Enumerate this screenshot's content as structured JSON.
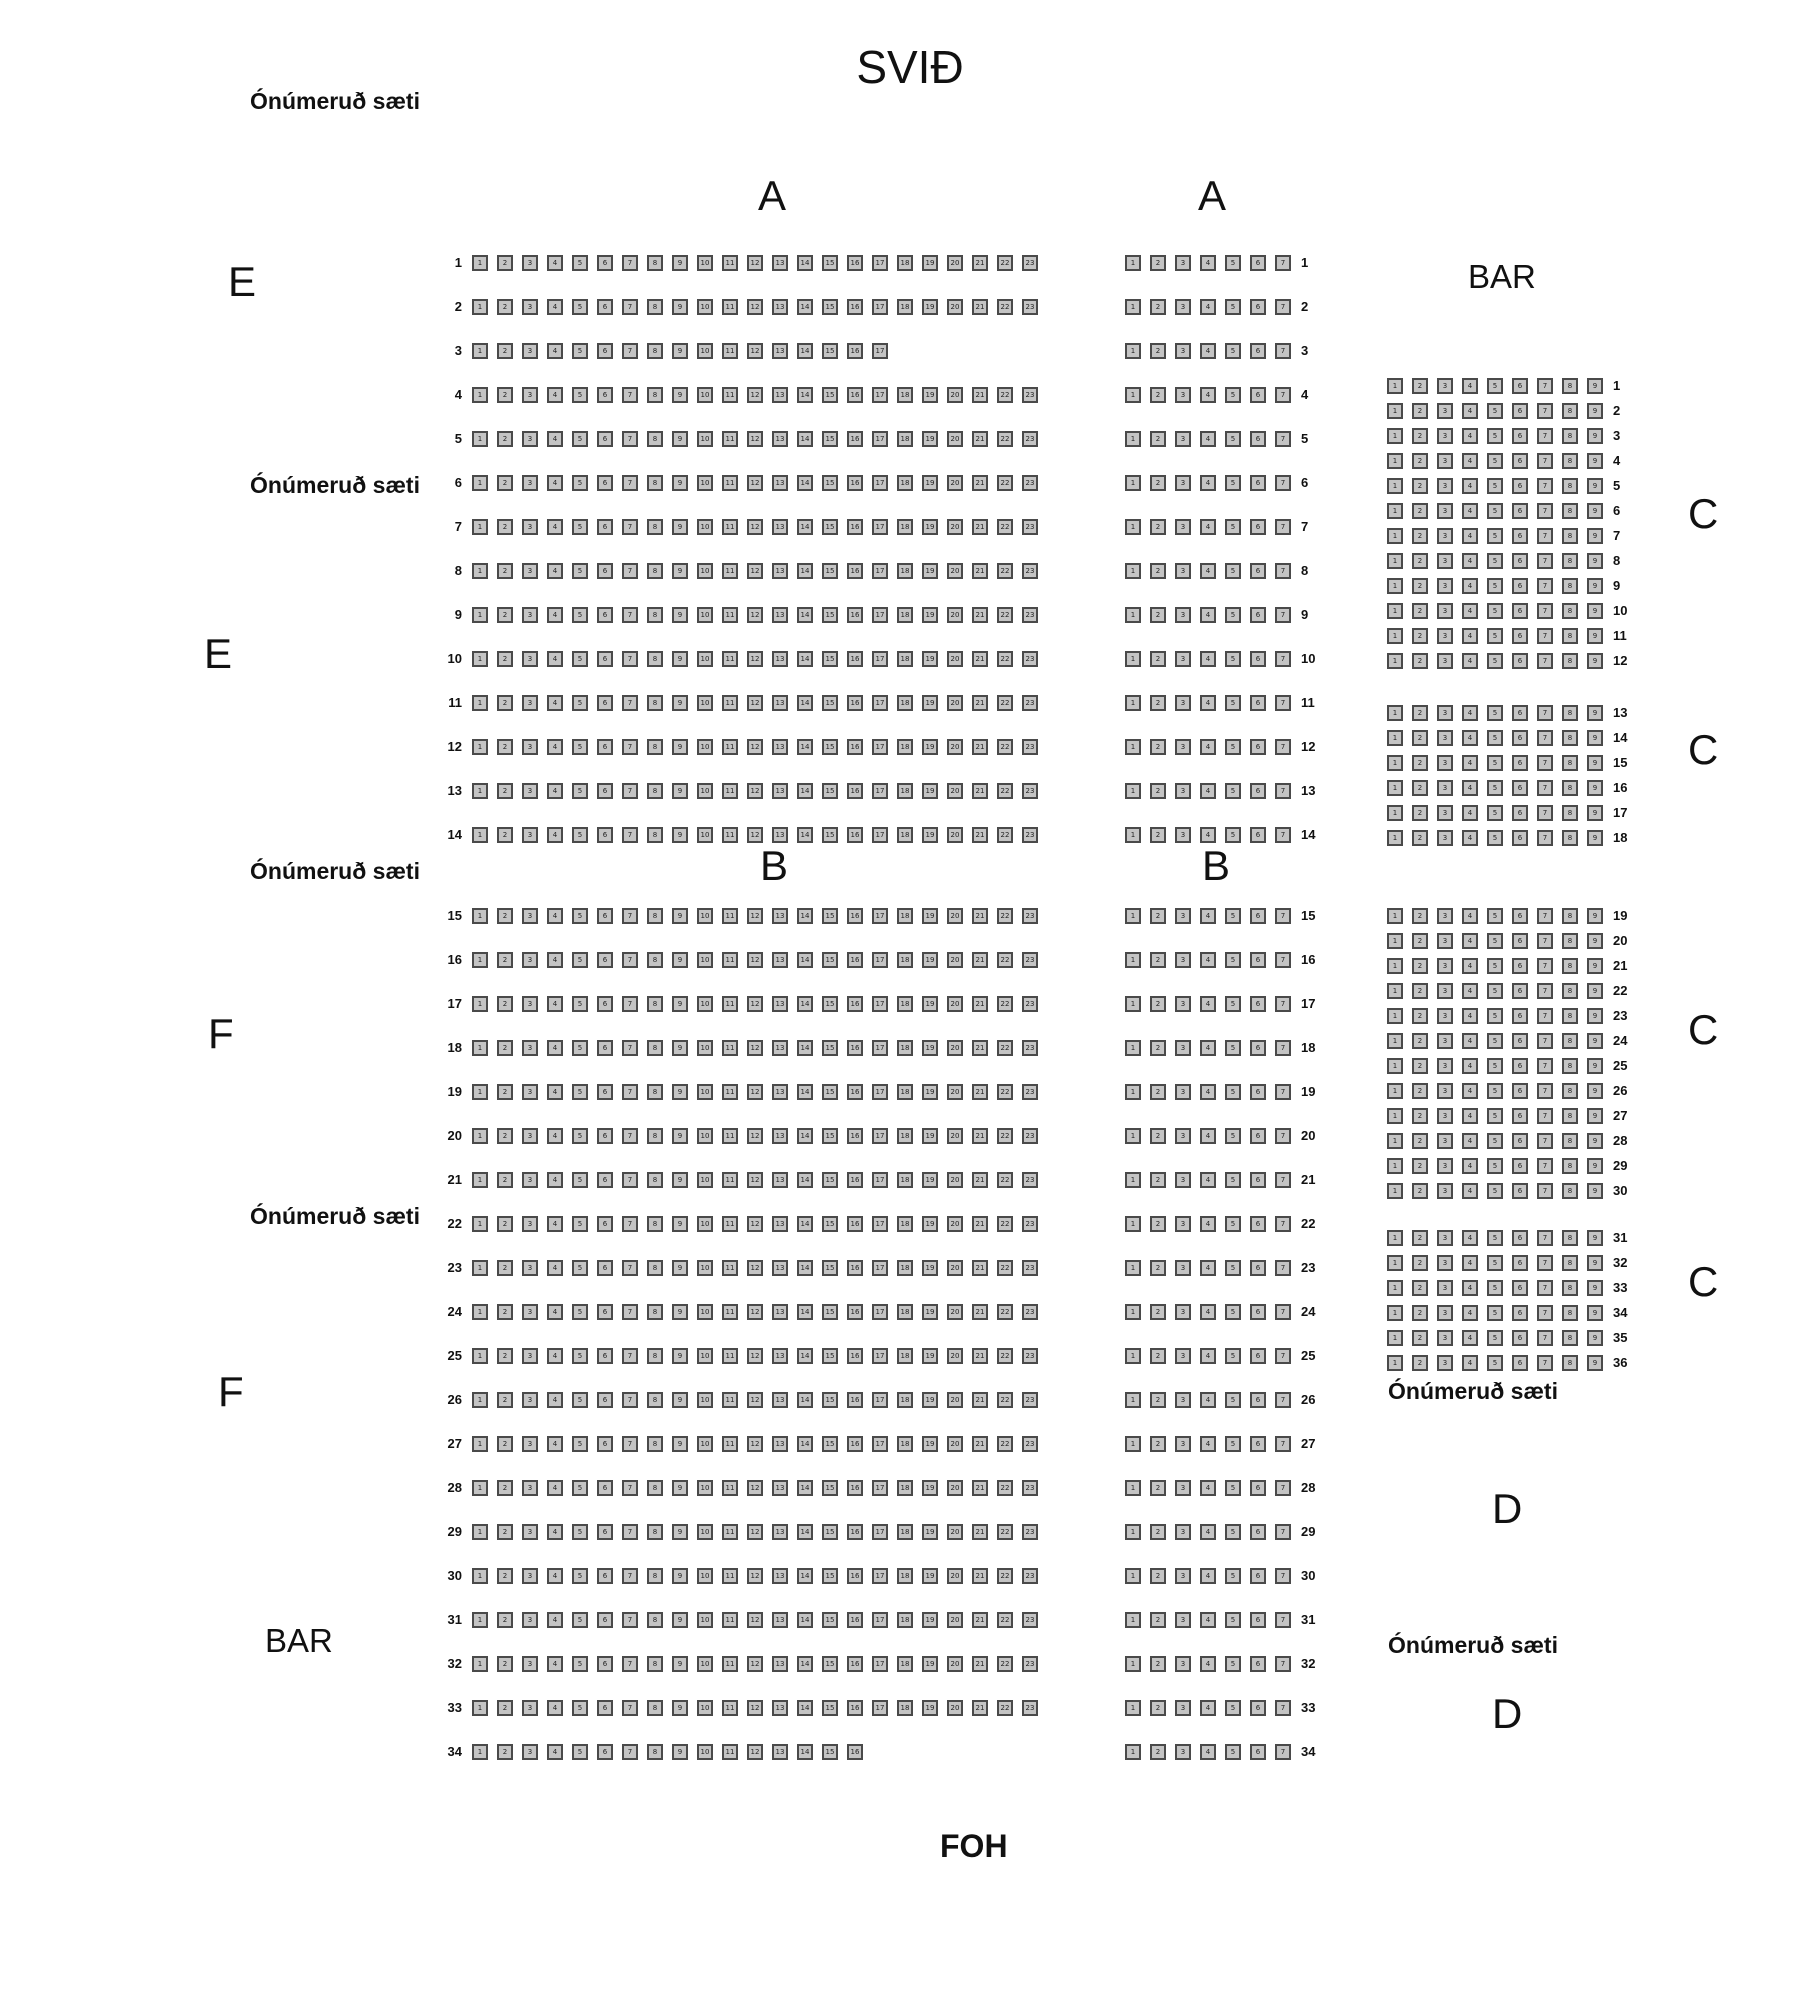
{
  "texts": {
    "title": "SVIÐ",
    "unnumbered": "Ónúmeruð sæti",
    "bar": "BAR",
    "foh": "FOH",
    "section_a": "A",
    "section_b": "B",
    "section_c": "C",
    "section_d": "D",
    "section_e": "E",
    "section_f": "F"
  },
  "colors": {
    "seat_border": "#4a4a4a",
    "seat_fill": "#c4c4c4",
    "text": "#111111"
  },
  "blocks": {
    "left": {
      "rows": [
        [
          1,
          23
        ],
        [
          2,
          23
        ],
        [
          3,
          17
        ],
        [
          4,
          23
        ],
        [
          5,
          23
        ],
        [
          6,
          23
        ],
        [
          7,
          23
        ],
        [
          8,
          23
        ],
        [
          9,
          23
        ],
        [
          10,
          23
        ],
        [
          11,
          23
        ],
        [
          12,
          23
        ],
        [
          13,
          23
        ],
        [
          14,
          23
        ],
        [
          15,
          23
        ],
        [
          16,
          23
        ],
        [
          17,
          23
        ],
        [
          18,
          23
        ],
        [
          19,
          23
        ],
        [
          20,
          23
        ],
        [
          21,
          23
        ],
        [
          22,
          23
        ],
        [
          23,
          23
        ],
        [
          24,
          23
        ],
        [
          25,
          23
        ],
        [
          26,
          23
        ],
        [
          27,
          23
        ],
        [
          28,
          23
        ],
        [
          29,
          23
        ],
        [
          30,
          23
        ],
        [
          31,
          23
        ],
        [
          32,
          23
        ],
        [
          33,
          23
        ],
        [
          34,
          16
        ]
      ]
    },
    "middle": {
      "rows": [
        [
          1,
          7
        ],
        [
          2,
          7
        ],
        [
          3,
          7
        ],
        [
          4,
          7
        ],
        [
          5,
          7
        ],
        [
          6,
          7
        ],
        [
          7,
          7
        ],
        [
          8,
          7
        ],
        [
          9,
          7
        ],
        [
          10,
          7
        ],
        [
          11,
          7
        ],
        [
          12,
          7
        ],
        [
          13,
          7
        ],
        [
          14,
          7
        ],
        [
          15,
          7
        ],
        [
          16,
          7
        ],
        [
          17,
          7
        ],
        [
          18,
          7
        ],
        [
          19,
          7
        ],
        [
          20,
          7
        ],
        [
          21,
          7
        ],
        [
          22,
          7
        ],
        [
          23,
          7
        ],
        [
          24,
          7
        ],
        [
          25,
          7
        ],
        [
          26,
          7
        ],
        [
          27,
          7
        ],
        [
          28,
          7
        ],
        [
          29,
          7
        ],
        [
          30,
          7
        ],
        [
          31,
          7
        ],
        [
          32,
          7
        ],
        [
          33,
          7
        ],
        [
          34,
          7
        ]
      ]
    },
    "c": {
      "rows": [
        [
          1,
          9
        ],
        [
          2,
          9
        ],
        [
          3,
          9
        ],
        [
          4,
          9
        ],
        [
          5,
          9
        ],
        [
          6,
          9
        ],
        [
          7,
          9
        ],
        [
          8,
          9
        ],
        [
          9,
          9
        ],
        [
          10,
          9
        ],
        [
          11,
          9
        ],
        [
          12,
          9
        ],
        [
          13,
          9
        ],
        [
          14,
          9
        ],
        [
          15,
          9
        ],
        [
          16,
          9
        ],
        [
          17,
          9
        ],
        [
          18,
          9
        ],
        [
          19,
          9
        ],
        [
          20,
          9
        ],
        [
          21,
          9
        ],
        [
          22,
          9
        ],
        [
          23,
          9
        ],
        [
          24,
          9
        ],
        [
          25,
          9
        ],
        [
          26,
          9
        ],
        [
          27,
          9
        ],
        [
          28,
          9
        ],
        [
          29,
          9
        ],
        [
          30,
          9
        ],
        [
          31,
          9
        ],
        [
          32,
          9
        ],
        [
          33,
          9
        ],
        [
          34,
          9
        ],
        [
          35,
          9
        ],
        [
          36,
          9
        ]
      ]
    }
  }
}
